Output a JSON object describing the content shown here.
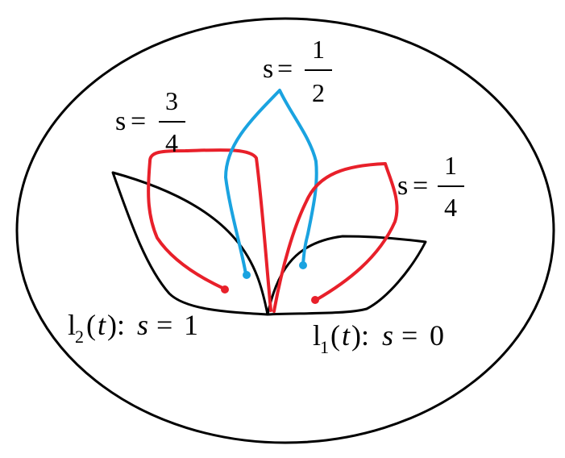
{
  "diagram": {
    "colors": {
      "outline": "#000000",
      "loop_red": "#e8202a",
      "loop_blue": "#1aa3e0"
    },
    "labels": {
      "s_half": {
        "lhs": "s",
        "eq": "=",
        "num": "1",
        "den": "2"
      },
      "s_three_quarter": {
        "lhs": "s",
        "eq": "=",
        "num": "3",
        "den": "4"
      },
      "s_quarter": {
        "lhs": "s",
        "eq": "=",
        "num": "1",
        "den": "4"
      },
      "l2": {
        "l": "l",
        "sub": "2",
        "open": "(",
        "t": "t",
        "close_colon": "):",
        "s": "s",
        "eq": "=",
        "val": "1"
      },
      "l1": {
        "l": "l",
        "sub": "1",
        "open": "(",
        "t": "t",
        "close_colon": "):",
        "s": "s",
        "eq": "=",
        "val": "0"
      }
    }
  }
}
